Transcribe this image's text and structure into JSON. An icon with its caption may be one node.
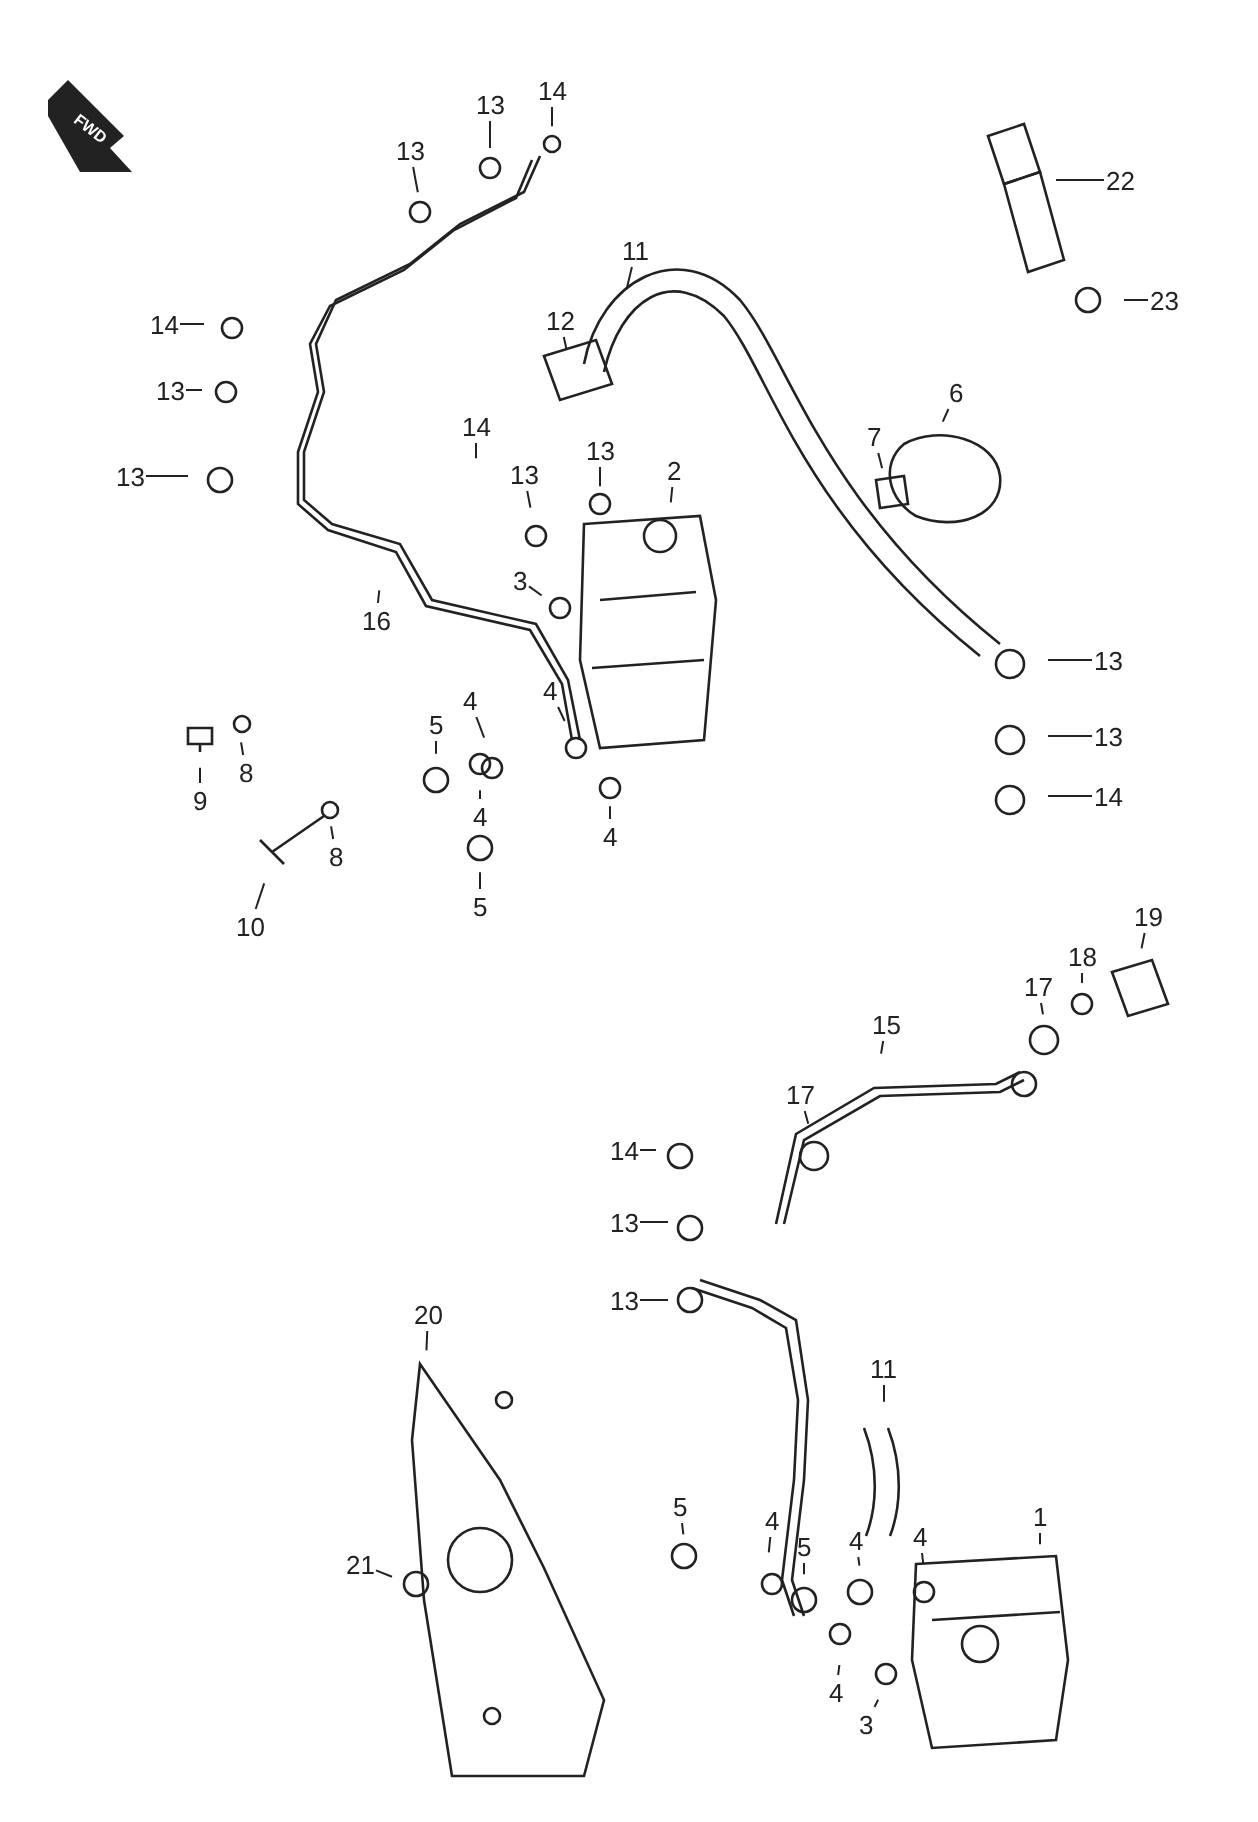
{
  "diagram": {
    "nodes": [
      {
        "text": [
          "13"
        ]
      },
      {
        "text": [
          "13"
        ]
      },
      {
        "text": [
          "14"
        ]
      },
      {
        "text": [
          "22"
        ]
      },
      {
        "text": [
          "11"
        ]
      },
      {
        "text": [
          "14"
        ]
      },
      {
        "text": [
          "13"
        ]
      },
      {
        "text": [
          "12"
        ]
      },
      {
        "text": [
          "23"
        ]
      },
      {
        "text": [
          "6"
        ]
      },
      {
        "text": [
          "13"
        ]
      },
      {
        "text": [
          "7"
        ]
      },
      {
        "text": [
          "14"
        ]
      },
      {
        "text": [
          "13"
        ]
      },
      {
        "text": [
          "13"
        ]
      },
      {
        "text": [
          "2"
        ]
      },
      {
        "text": [
          "3"
        ]
      },
      {
        "text": [
          "16"
        ]
      },
      {
        "text": [
          "13"
        ]
      },
      {
        "text": [
          "4"
        ]
      },
      {
        "text": [
          "4"
        ]
      },
      {
        "text": [
          "5"
        ]
      },
      {
        "text": [
          "13"
        ]
      },
      {
        "text": [
          "8"
        ]
      },
      {
        "text": [
          "14"
        ]
      },
      {
        "text": [
          "9"
        ]
      },
      {
        "text": [
          "4"
        ]
      },
      {
        "text": [
          "4"
        ]
      },
      {
        "text": [
          "8"
        ]
      },
      {
        "text": [
          "5"
        ]
      },
      {
        "text": [
          "10"
        ]
      },
      {
        "text": [
          "19"
        ]
      },
      {
        "text": [
          "18"
        ]
      },
      {
        "text": [
          "17"
        ]
      },
      {
        "text": [
          "15"
        ]
      },
      {
        "text": [
          "17"
        ]
      },
      {
        "text": [
          "14"
        ]
      },
      {
        "text": [
          "13"
        ]
      },
      {
        "text": [
          "13"
        ]
      },
      {
        "text": [
          "20"
        ]
      },
      {
        "text": [
          "11"
        ]
      },
      {
        "text": [
          "5"
        ]
      },
      {
        "text": [
          "4"
        ]
      },
      {
        "text": [
          "5"
        ]
      },
      {
        "text": [
          "4"
        ]
      },
      {
        "text": [
          "4"
        ]
      },
      {
        "text": [
          "1"
        ]
      },
      {
        "text": [
          "21"
        ]
      },
      {
        "text": [
          "4"
        ]
      },
      {
        "text": [
          "3"
        ]
      }
    ],
    "edges": [
      {
        "from": 0,
        "to": null,
        "arrow": "none"
      },
      {
        "from": 1,
        "to": null,
        "arrow": "none"
      },
      {
        "from": 2,
        "to": null,
        "arrow": "none"
      },
      {
        "from": 3,
        "to": null,
        "arrow": "none"
      },
      {
        "from": 4,
        "to": null,
        "arrow": "none"
      },
      {
        "from": 5,
        "to": null,
        "arrow": "none"
      },
      {
        "from": 6,
        "to": null,
        "arrow": "none"
      },
      {
        "from": 7,
        "to": null,
        "arrow": "none"
      },
      {
        "from": 8,
        "to": null,
        "arrow": "none"
      },
      {
        "from": 9,
        "to": null,
        "arrow": "none"
      },
      {
        "from": 10,
        "to": null,
        "arrow": "none"
      },
      {
        "from": 11,
        "to": null,
        "arrow": "none"
      },
      {
        "from": 12,
        "to": null,
        "arrow": "none"
      },
      {
        "from": 13,
        "to": null,
        "arrow": "none"
      },
      {
        "from": 14,
        "to": null,
        "arrow": "none"
      },
      {
        "from": 15,
        "to": null,
        "arrow": "none"
      },
      {
        "from": 16,
        "to": null,
        "arrow": "none"
      },
      {
        "from": 17,
        "to": null,
        "arrow": "none"
      },
      {
        "from": 18,
        "to": null,
        "arrow": "none"
      },
      {
        "from": 19,
        "to": null,
        "arrow": "none"
      },
      {
        "from": 20,
        "to": null,
        "arrow": "none"
      },
      {
        "from": 21,
        "to": null,
        "arrow": "none"
      },
      {
        "from": 22,
        "to": null,
        "arrow": "none"
      },
      {
        "from": 23,
        "to": null,
        "arrow": "none"
      },
      {
        "from": 24,
        "to": null,
        "arrow": "none"
      },
      {
        "from": 25,
        "to": null,
        "arrow": "none"
      },
      {
        "from": 26,
        "to": null,
        "arrow": "none"
      },
      {
        "from": 27,
        "to": null,
        "arrow": "none"
      },
      {
        "from": 28,
        "to": null,
        "arrow": "none"
      },
      {
        "from": 29,
        "to": null,
        "arrow": "none"
      },
      {
        "from": 30,
        "to": null,
        "arrow": "none"
      },
      {
        "from": 31,
        "to": null,
        "arrow": "none"
      },
      {
        "from": 32,
        "to": null,
        "arrow": "none"
      },
      {
        "from": 33,
        "to": null,
        "arrow": "none"
      },
      {
        "from": 34,
        "to": null,
        "arrow": "none"
      },
      {
        "from": 35,
        "to": null,
        "arrow": "none"
      },
      {
        "from": 36,
        "to": null,
        "arrow": "none"
      },
      {
        "from": 37,
        "to": null,
        "arrow": "none"
      },
      {
        "from": 38,
        "to": null,
        "arrow": "none"
      },
      {
        "from": 39,
        "to": null,
        "arrow": "none"
      },
      {
        "from": 40,
        "to": null,
        "arrow": "none"
      },
      {
        "from": 41,
        "to": null,
        "arrow": "none"
      },
      {
        "from": 42,
        "to": null,
        "arrow": "none"
      },
      {
        "from": 43,
        "to": null,
        "arrow": "none"
      },
      {
        "from": 44,
        "to": null,
        "arrow": "none"
      },
      {
        "from": 45,
        "to": null,
        "arrow": "none"
      },
      {
        "from": 46,
        "to": null,
        "arrow": "none"
      },
      {
        "from": 47,
        "to": null,
        "arrow": "none"
      },
      {
        "from": 48,
        "to": null,
        "arrow": "none"
      },
      {
        "from": 49,
        "to": null,
        "arrow": "none"
      }
    ],
    "labels": [
      "FWD"
    ]
  }
}
